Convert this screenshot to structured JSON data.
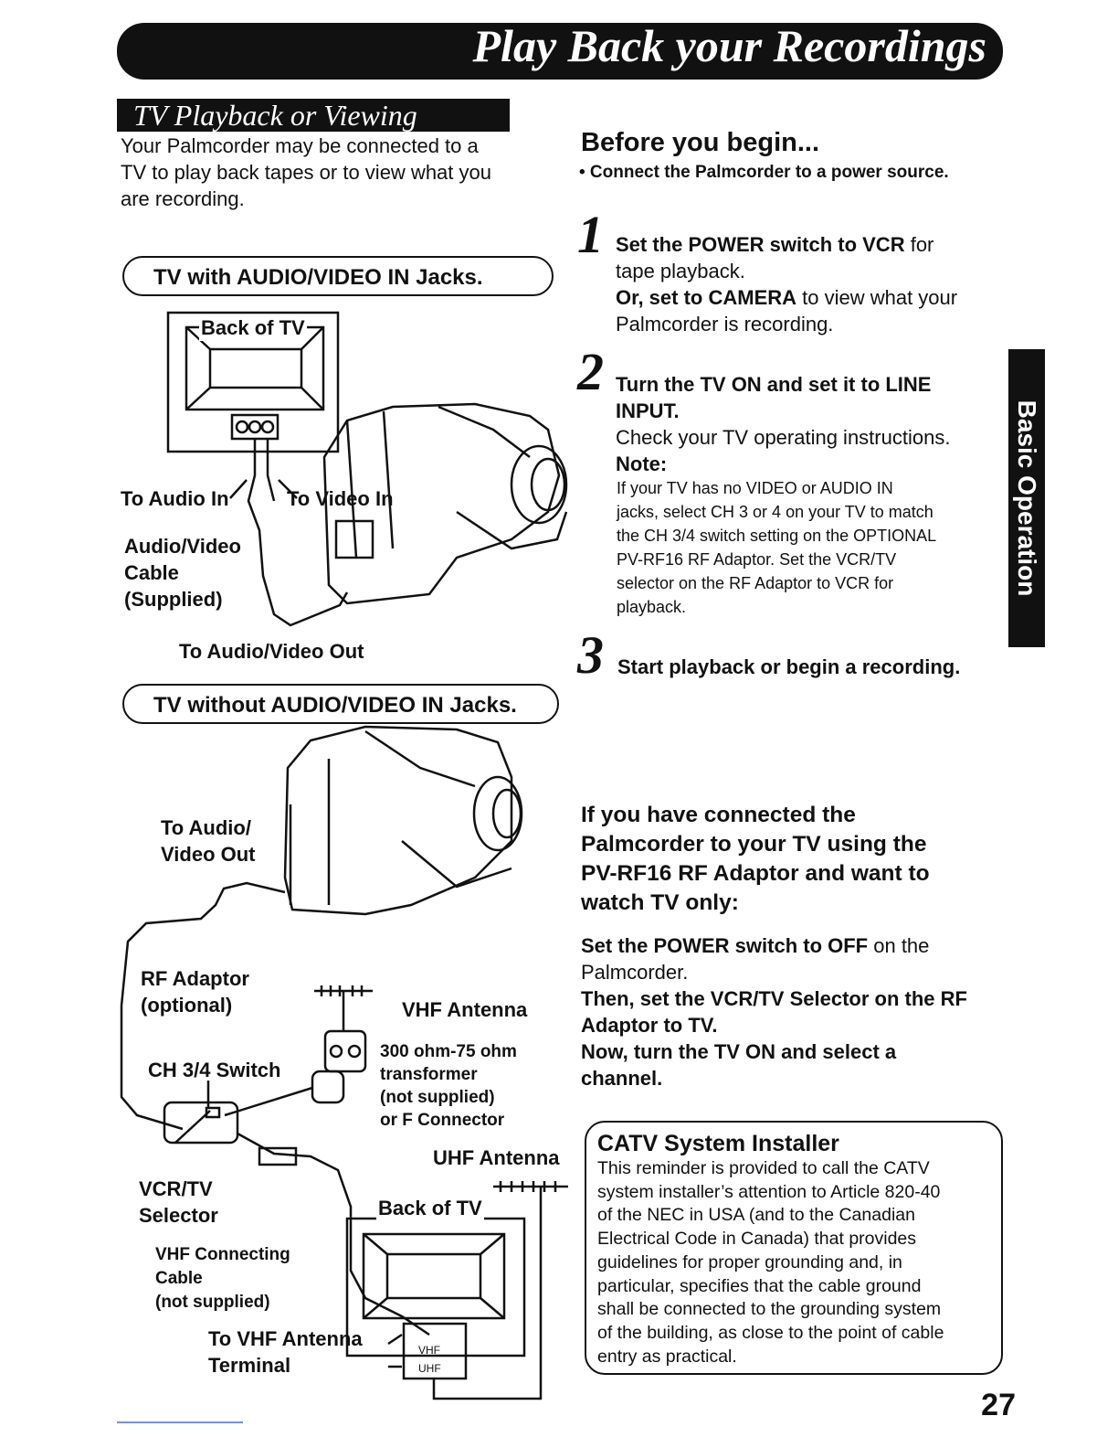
{
  "banner": {
    "title": "Play Back your Recordings"
  },
  "section": {
    "heading": "TV Playback or Viewing",
    "intro": [
      "Your Palmcorder may be connected to a",
      "TV to play back tapes or to view what you",
      "are recording."
    ]
  },
  "diagram1": {
    "title": "TV with AUDIO/VIDEO IN Jacks.",
    "back_of_tv": "Back of TV",
    "to_audio_in": "To Audio In",
    "to_video_in": "To Video In",
    "cable": [
      "Audio/Video",
      "Cable",
      "(Supplied)"
    ],
    "to_av_out": "To Audio/Video Out"
  },
  "diagram2": {
    "title": "TV without AUDIO/VIDEO IN Jacks.",
    "to_av_out": [
      "To Audio/",
      "Video Out"
    ],
    "rf_adaptor": [
      "RF Adaptor",
      "(optional)"
    ],
    "vhf_antenna": "VHF Antenna",
    "transformer": [
      "300 ohm-75 ohm",
      "transformer",
      "(not supplied)",
      "or F Connector"
    ],
    "ch_switch": "CH 3/4 Switch",
    "uhf_antenna": "UHF Antenna",
    "vcr_tv_selector": [
      "VCR/TV",
      "Selector"
    ],
    "back_of_tv": "Back of TV",
    "vhf_cable": [
      "VHF Connecting",
      "Cable",
      "(not supplied)"
    ],
    "to_vhf_terminal": [
      "To VHF Antenna",
      "Terminal"
    ],
    "terminal_vhf": "VHF",
    "terminal_uhf": "UHF"
  },
  "before": {
    "heading": "Before you begin...",
    "bullet": "• Connect the Palmcorder to a power source."
  },
  "steps": [
    {
      "num": "1",
      "bold": "Set the POWER switch to VCR",
      "rest": " for",
      "l2": "tape playback.",
      "l3_bold": "Or, set to CAMERA",
      "l3_rest": " to view what your",
      "l4": "Palmcorder is recording."
    },
    {
      "num": "2",
      "l1": "Turn the TV ON and set it to LINE",
      "l2": "INPUT.",
      "l3": "Check your TV operating instructions.",
      "note_label": "Note:",
      "note": [
        "If your TV has no VIDEO or AUDIO IN",
        "jacks, select CH 3 or 4 on your TV to match",
        "the CH 3/4 switch setting on the OPTIONAL",
        "PV-RF16 RF Adaptor. Set the VCR/TV",
        "selector on the RF Adaptor to VCR for",
        "playback."
      ]
    },
    {
      "num": "3",
      "l1": "Start playback or begin a recording."
    }
  ],
  "side_tab": "Basic Operation",
  "rf_section": {
    "heading": [
      "If you have connected the",
      "Palmcorder to your TV using the",
      "PV-RF16 RF Adaptor and want to",
      "watch TV only:"
    ],
    "p1_bold": "Set the POWER switch to OFF",
    "p1_rest": " on the",
    "p1_l2": "Palmcorder.",
    "p2": [
      "Then, set the VCR/TV Selector on the RF",
      "Adaptor to TV."
    ],
    "p3": [
      "Now, turn the TV ON and select a",
      "channel."
    ]
  },
  "catv": {
    "title": "CATV System Installer",
    "lines": [
      "This reminder is provided to call the CATV",
      "system installer’s attention to Article 820-40",
      "of the NEC in USA (and to the Canadian",
      "Electrical Code in Canada) that provides",
      "guidelines for proper grounding and, in",
      "particular, specifies that the cable ground",
      "shall be connected to the grounding system",
      "of the building, as close to the point of cable",
      "entry as practical."
    ]
  },
  "page_number": "27"
}
